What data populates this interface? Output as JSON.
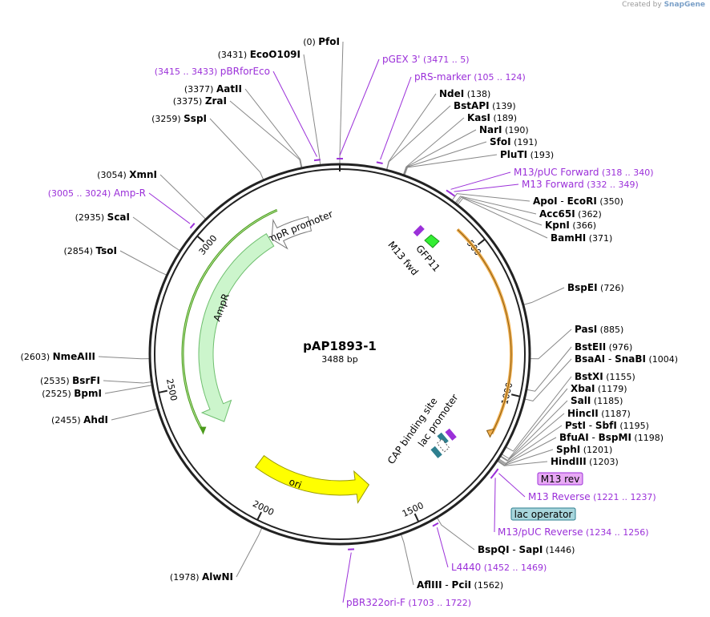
{
  "credit": {
    "created_by": "Created by",
    "brand": "SnapGene"
  },
  "plasmid": {
    "name": "pAP1893-1",
    "length_label": "3488 bp"
  },
  "ticks": [
    "500",
    "1000",
    "1500",
    "2000",
    "2500",
    "3000"
  ],
  "features": {
    "ampr_promoter": "AmpR promoter",
    "ampr": "AmpR",
    "ori": "ori",
    "gfp11": "GFP11",
    "m13_fwd": "M13 fwd",
    "cap_binding_site": "CAP binding site",
    "lac_promoter": "lac promoter",
    "m13_rev_box": "M13 rev",
    "lac_operator_box": "lac operator"
  },
  "sites": [
    {
      "id": "pfoi",
      "name": "PfoI",
      "pos": "(0)"
    },
    {
      "id": "ecoo109i",
      "name": "EcoO109I",
      "pos": "(3431)"
    },
    {
      "id": "aatii",
      "name": "AatII",
      "pos": "(3377)"
    },
    {
      "id": "zrai",
      "name": "ZraI",
      "pos": "(3375)"
    },
    {
      "id": "sspi",
      "name": "SspI",
      "pos": "(3259)"
    },
    {
      "id": "xmni",
      "name": "XmnI",
      "pos": "(3054)"
    },
    {
      "id": "scai",
      "name": "ScaI",
      "pos": "(2935)"
    },
    {
      "id": "tsoi",
      "name": "TsoI",
      "pos": "(2854)"
    },
    {
      "id": "nmeaiii",
      "name": "NmeAIII",
      "pos": "(2603)"
    },
    {
      "id": "bsrfi",
      "name": "BsrFI",
      "pos": "(2535)"
    },
    {
      "id": "bpmi",
      "name": "BpmI",
      "pos": "(2525)"
    },
    {
      "id": "ahdi",
      "name": "AhdI",
      "pos": "(2455)"
    },
    {
      "id": "alwni",
      "name": "AlwNI",
      "pos": "(1978)"
    },
    {
      "id": "ndei",
      "name": "NdeI",
      "pos": "(138)"
    },
    {
      "id": "bstapi",
      "name": "BstAPI",
      "pos": "(139)"
    },
    {
      "id": "kasi",
      "name": "KasI",
      "pos": "(189)"
    },
    {
      "id": "nari",
      "name": "NarI",
      "pos": "(190)"
    },
    {
      "id": "sfoi",
      "name": "SfoI",
      "pos": "(191)"
    },
    {
      "id": "pluti",
      "name": "PluTI",
      "pos": "(193)"
    },
    {
      "id": "apoi",
      "name": "ApoI",
      "name2": "EcoRI",
      "sep": "-",
      "pos": "(350)"
    },
    {
      "id": "acc65i",
      "name": "Acc65I",
      "pos": "(362)"
    },
    {
      "id": "kpni",
      "name": "KpnI",
      "pos": "(366)"
    },
    {
      "id": "bamhi",
      "name": "BamHI",
      "pos": "(371)"
    },
    {
      "id": "bspei",
      "name": "BspEI",
      "pos": "(726)"
    },
    {
      "id": "psti_885",
      "name": "PasI",
      "pos": "(885)"
    },
    {
      "id": "bsteii",
      "name": "BstEII",
      "pos": "(976)"
    },
    {
      "id": "bsaai",
      "name": "BsaAI",
      "name2": "SnaBI",
      "sep": "-",
      "pos": "(1004)"
    },
    {
      "id": "bstxi",
      "name": "BstXI",
      "pos": "(1155)"
    },
    {
      "id": "xbai",
      "name": "XbaI",
      "pos": "(1179)"
    },
    {
      "id": "sali",
      "name": "SalI",
      "pos": "(1185)"
    },
    {
      "id": "hincii",
      "name": "HincII",
      "pos": "(1187)"
    },
    {
      "id": "psti",
      "name": "PstI",
      "name2": "SbfI",
      "sep": "-",
      "pos": "(1195)"
    },
    {
      "id": "bfuai",
      "name": "BfuAI",
      "name2": "BspMI",
      "sep": "-",
      "pos": "(1198)"
    },
    {
      "id": "sphi",
      "name": "SphI",
      "pos": "(1201)"
    },
    {
      "id": "hindiii",
      "name": "HindIII",
      "pos": "(1203)"
    },
    {
      "id": "bspqi",
      "name": "BspQI",
      "name2": "SapI",
      "sep": "-",
      "pos": "(1446)"
    },
    {
      "id": "afliii",
      "name": "AflIII",
      "name2": "PciI",
      "sep": "-",
      "pos": "(1562)"
    }
  ],
  "primers": [
    {
      "id": "pgex3",
      "name": "pGEX 3'",
      "range": "(3471 .. 5)"
    },
    {
      "id": "pbrforeco",
      "name": "pBRforEco",
      "range": "(3415 .. 3433)"
    },
    {
      "id": "prs_marker",
      "name": "pRS-marker",
      "range": "(105 .. 124)"
    },
    {
      "id": "ampr_primer",
      "name": "Amp-R",
      "range": "(3005 .. 3024)"
    },
    {
      "id": "m13puc_fwd",
      "name": "M13/pUC Forward",
      "range": "(318 .. 340)"
    },
    {
      "id": "m13_fwd",
      "name": "M13 Forward",
      "range": "(332 .. 349)"
    },
    {
      "id": "m13_rev",
      "name": "M13 Reverse",
      "range": "(1221 .. 1237)"
    },
    {
      "id": "m13puc_rev",
      "name": "M13/pUC Reverse",
      "range": "(1234 .. 1256)"
    },
    {
      "id": "l4440",
      "name": "L4440",
      "range": "(1452 .. 1469)"
    },
    {
      "id": "pbr322ori_f",
      "name": "pBR322ori-F",
      "range": "(1703 .. 1722)"
    }
  ],
  "colors": {
    "backbone": "#222222",
    "primer": "#9b30d9",
    "leader": "#888888",
    "ampr_fill": "#ccf5cc",
    "ampr_stroke": "#6fbf6f",
    "ampr_promoter_fill": "#ffffff",
    "ori_fill": "#ffff00",
    "gfp_fill": "#33ee33",
    "orange_arc": "#f0b050",
    "green_arc": "#4a9a1a",
    "lac_fill": "#2e7f8f",
    "m13_box": "#e8a9f5",
    "laco_box": "#a8d6dc"
  }
}
